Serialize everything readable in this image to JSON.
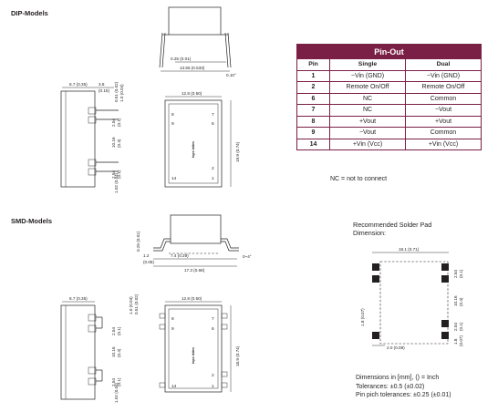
{
  "sections": {
    "dip_title": "DIP-Models",
    "smd_title": "SMD-Models"
  },
  "pinout": {
    "title": "Pin-Out",
    "headers": [
      "Pin",
      "Single",
      "Dual"
    ],
    "rows": [
      {
        "pin": "1",
        "single": "−Vin (GND)",
        "dual": "−Vin (GND)"
      },
      {
        "pin": "2",
        "single": "Remote On/Off",
        "dual": "Remote On/Off"
      },
      {
        "pin": "6",
        "single": "NC",
        "dual": "Common"
      },
      {
        "pin": "7",
        "single": "NC",
        "dual": "−Vout"
      },
      {
        "pin": "8",
        "single": "+Vout",
        "dual": "+Vout"
      },
      {
        "pin": "9",
        "single": "−Vout",
        "dual": "Common"
      },
      {
        "pin": "14",
        "single": "+Vin (Vcc)",
        "dual": "+Vin (Vcc)"
      }
    ],
    "note": "NC = not to connect"
  },
  "solder_pad": {
    "title_line1": "Recommended Solder Pad",
    "title_line2": "Dimension:",
    "dims": {
      "width": "18.1 (0.71)",
      "pad_h": "2.54",
      "pad_h_in": "(0.1)",
      "mid": "10.16",
      "mid_in": "(0.4)",
      "left": "1.8 (0.07)",
      "right": "2.54",
      "right_in": "(0.1)",
      "pad_w": "1.8",
      "pad_w_in": "(0.07)",
      "bottom": "2.0 (0.08)"
    }
  },
  "notes": {
    "line1": "Dimensions in [mm], () = Inch",
    "line2": "Tolerances: ±0.5 (±0.02)",
    "line3": "Pin pich tolerances: ±0.25 (±0.01)"
  },
  "dip": {
    "side": {
      "d1": "0.25 (0.01)",
      "d2": "13.55 (0.533)",
      "d3": "0.10°"
    },
    "end": {
      "w1": "8.7 (0.35)",
      "w2": "3.8",
      "w2_in": "(0.15)",
      "h1": "0.51 (0.02)",
      "h2": "1.0 (0.04)",
      "p1": "2.54",
      "p1_in": "(0.1)",
      "p2": "10.16",
      "p2_in": "(0.4)",
      "p3": "2.54",
      "p3_in": "(0.1)",
      "p4": "1.02 (0.04)"
    },
    "top": {
      "w": "12.8 (0.50)",
      "h": "19.9 (0.74)",
      "pins": [
        "8",
        "9",
        "14",
        "7",
        "6",
        "2",
        "1"
      ],
      "brand": "tops lattes"
    }
  },
  "smd": {
    "side": {
      "d1": "0.25 (0.01)",
      "d2": "1.2",
      "d2_in": "(0.05)",
      "d3": "7.4 (0.29)",
      "d4": "17.3 (0.68)",
      "d5": "0~4°"
    },
    "end": {
      "w1": "8.7 (0.35)",
      "h1": "1.0 (0.04)",
      "h2": "0.51 (0.02)",
      "p1": "2.54",
      "p1_in": "(0.1)",
      "p2": "10.16",
      "p2_in": "(0.4)",
      "p3": "2.54",
      "p3_in": "(0.1)",
      "p4": "1.02 (0.04)"
    },
    "top": {
      "w": "12.8 (0.50)",
      "h": "18.9 (0.74)",
      "pins": [
        "8",
        "9",
        "14",
        "7",
        "6",
        "2",
        "1"
      ],
      "brand": "tops lattes"
    }
  }
}
